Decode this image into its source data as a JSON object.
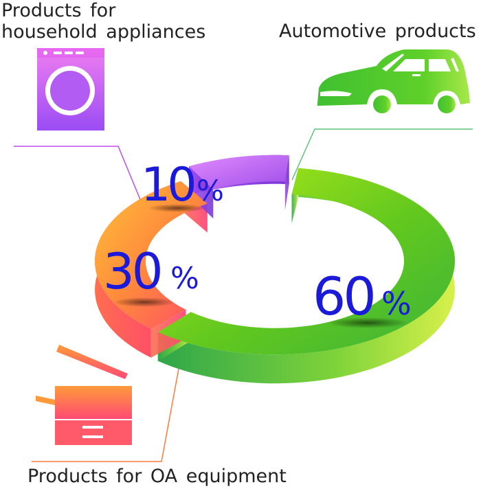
{
  "chart_data": {
    "type": "pie",
    "style": "3d-donut",
    "categories": [
      "Automotive products",
      "Products for OA equipment",
      "Products for household appliances"
    ],
    "values": [
      60,
      30,
      10
    ],
    "labels": [
      "60",
      "30",
      "10"
    ],
    "unit": "%",
    "colors": [
      "#6fd21c",
      "#ff8a3c",
      "#b45cf2"
    ],
    "label_lines": {
      "household": "Products for",
      "household_2": "household appliances"
    }
  }
}
